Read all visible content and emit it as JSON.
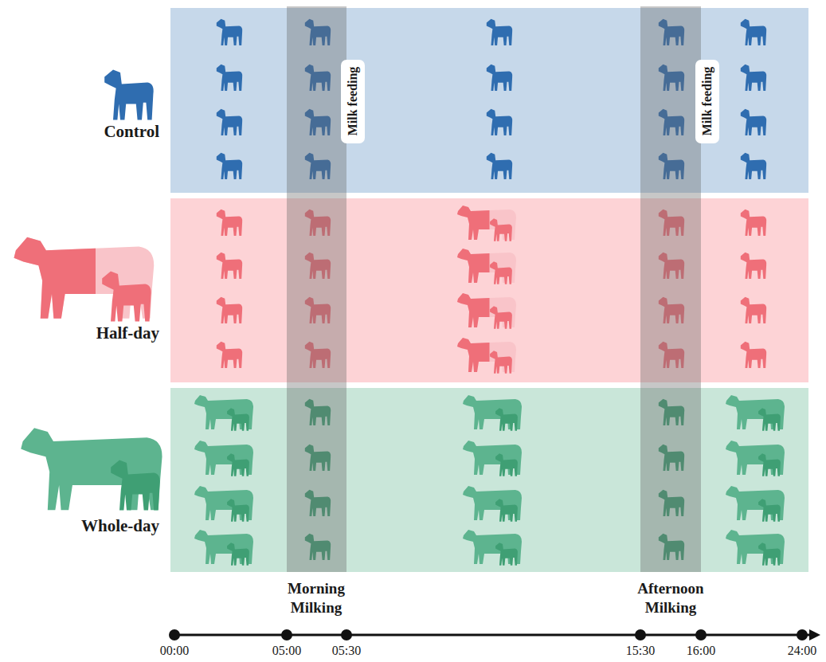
{
  "diagram": {
    "nodes": [
      {
        "text": [
          "Control"
        ]
      },
      {
        "text": [
          "Milk feeding"
        ],
        "in": 0
      },
      {
        "text": [
          "Milk feeding"
        ],
        "in": 0
      },
      {
        "text": [
          "Half-day"
        ]
      },
      {
        "text": [
          "Whole-day"
        ]
      }
    ],
    "labels": [
      "Morning Milking",
      "Afternoon Milking",
      "00:00",
      "05:00",
      "05:30",
      "15:30",
      "16:00",
      "24:00"
    ]
  }
}
